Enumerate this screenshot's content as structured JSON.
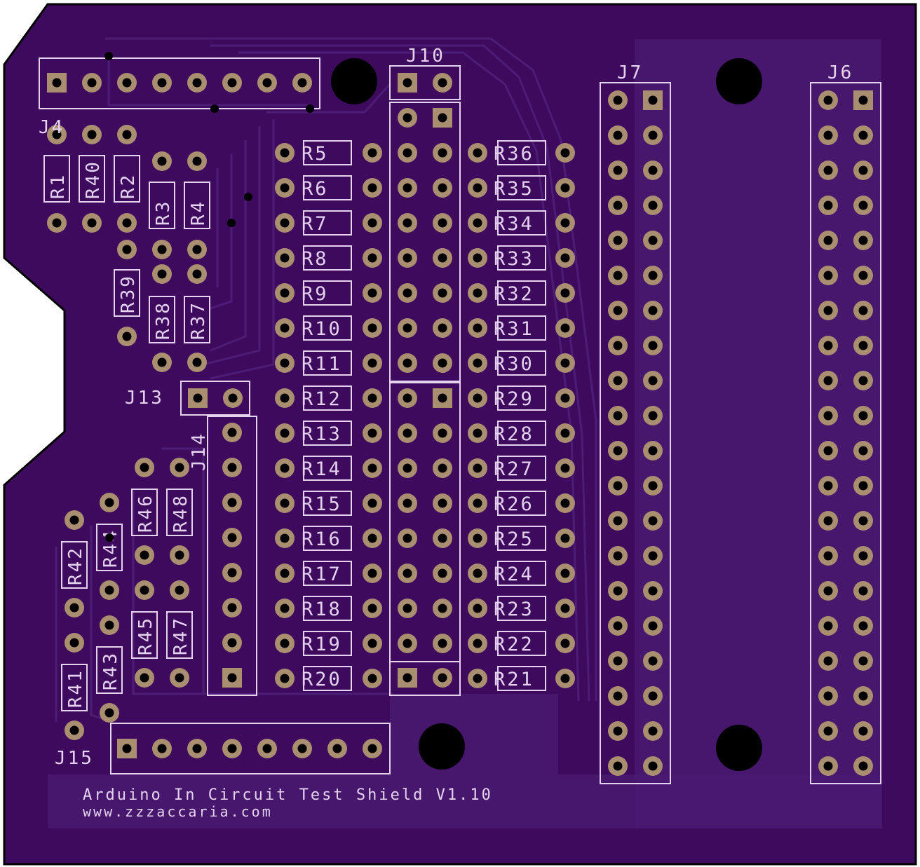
{
  "board": {
    "fill": "#3d0a5e",
    "pad_color": "#a98e70",
    "silk_color": "#e4d2ee",
    "trace_color": "#4a1a70",
    "title_line1": "Arduino In Circuit Test Shield V1.10",
    "title_line2": "www.zzzaccaria.com"
  },
  "connectors": [
    {
      "label": "J4"
    },
    {
      "label": "J10"
    },
    {
      "label": "J7"
    },
    {
      "label": "J6"
    },
    {
      "label": "J13"
    },
    {
      "label": "J14"
    },
    {
      "label": "J15"
    }
  ],
  "resistors_left": [
    "R5",
    "R6",
    "R7",
    "R8",
    "R9",
    "R10",
    "R11",
    "R12",
    "R13",
    "R14",
    "R15",
    "R16",
    "R17",
    "R18",
    "R19",
    "R20"
  ],
  "resistors_right": [
    "R36",
    "R35",
    "R34",
    "R33",
    "R32",
    "R31",
    "R30",
    "R29",
    "R28",
    "R27",
    "R26",
    "R25",
    "R24",
    "R23",
    "R22",
    "R21"
  ],
  "resistors_misc": [
    {
      "label": "R1"
    },
    {
      "label": "R40"
    },
    {
      "label": "R2"
    },
    {
      "label": "R3"
    },
    {
      "label": "R4"
    },
    {
      "label": "R39"
    },
    {
      "label": "R38"
    },
    {
      "label": "R37"
    },
    {
      "label": "R46"
    },
    {
      "label": "R48"
    },
    {
      "label": "R44"
    },
    {
      "label": "R42"
    },
    {
      "label": "R45"
    },
    {
      "label": "R47"
    },
    {
      "label": "R43"
    },
    {
      "label": "R41"
    }
  ]
}
